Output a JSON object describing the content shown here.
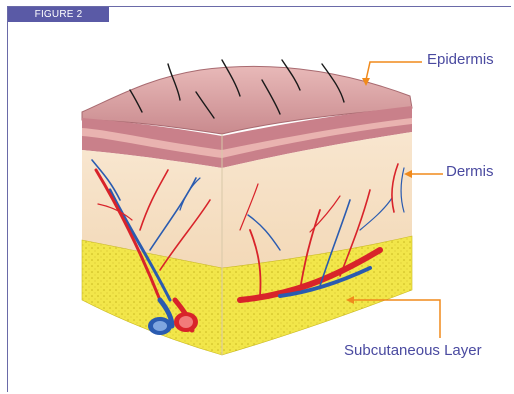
{
  "figure": {
    "tag": "FIGURE 2"
  },
  "labels": {
    "epidermis": "Epidermis",
    "dermis": "Dermis",
    "subcutaneous": "Subcutaneous Layer"
  },
  "colors": {
    "accent_label": "#4a4aa0",
    "tag_background": "#5a5aa6",
    "leader_line": "#f08a1c",
    "artery": "#d8232a",
    "vein": "#2a5bb0",
    "fat_layer": "#f2e64a",
    "dermis": "#f6dcc0",
    "epidermis": "#c9808a"
  }
}
